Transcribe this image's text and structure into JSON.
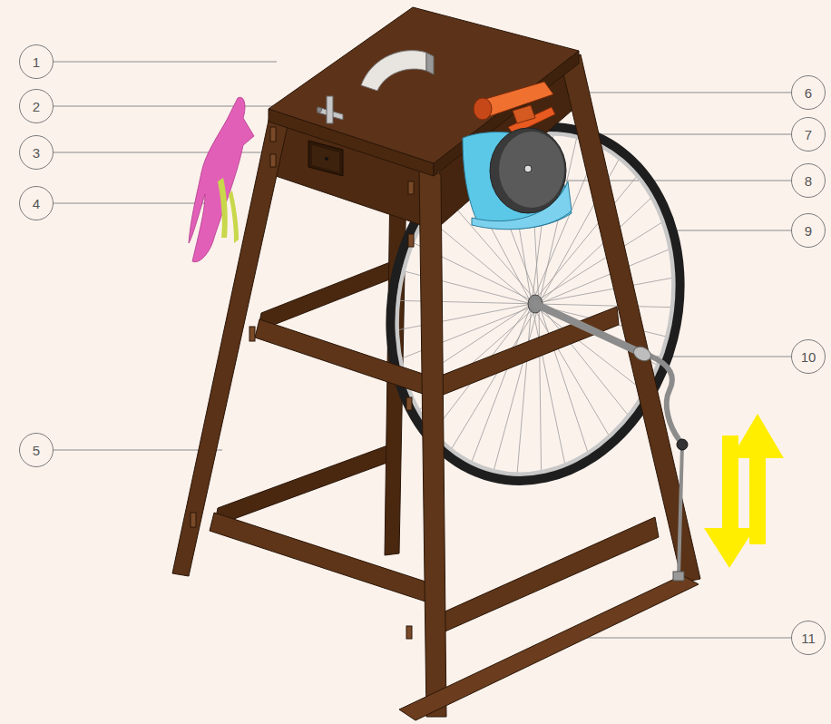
{
  "diagram": {
    "nodes": [
      {
        "text": [
          "1"
        ]
      },
      {
        "text": [
          "2"
        ]
      },
      {
        "text": [
          "3"
        ]
      },
      {
        "text": [
          "4"
        ]
      },
      {
        "text": [
          "5"
        ]
      },
      {
        "text": [
          "6"
        ]
      },
      {
        "text": [
          "7"
        ]
      },
      {
        "text": [
          "8"
        ]
      },
      {
        "text": [
          "9"
        ]
      },
      {
        "text": [
          "10"
        ]
      },
      {
        "text": [
          "11"
        ]
      }
    ]
  }
}
